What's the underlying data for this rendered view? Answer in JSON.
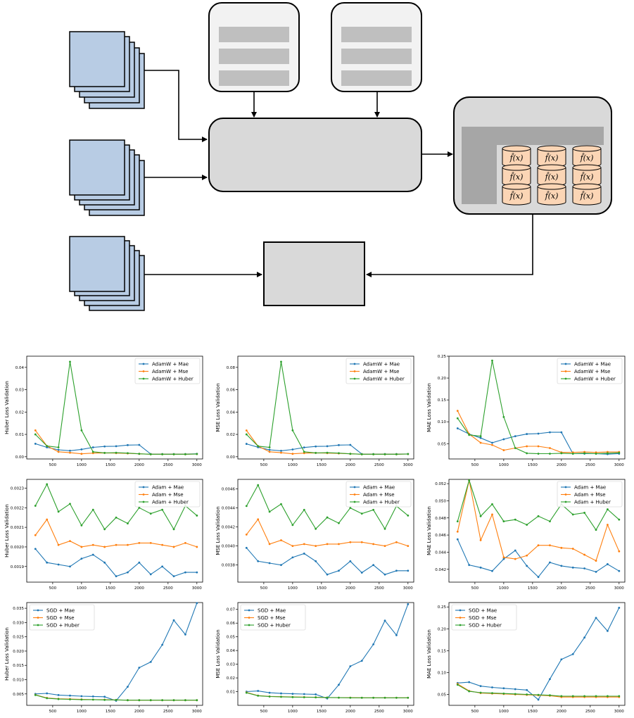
{
  "colors": {
    "block_blue": "#b8cce4",
    "panel_gray": "#d9d9d9",
    "bar_gray": "#bfbfbf",
    "dark_gray": "#a6a6a6",
    "cylinder_fill": "#fbd5b5",
    "series_blue": "#1f77b4",
    "series_orange": "#ff7f0e",
    "series_green": "#2ca02c"
  },
  "diagram": {
    "model_cell_label": "f̂(x)"
  },
  "chart_data": [
    {
      "type": "line",
      "ylabel": "Huber Loss Validation",
      "x": [
        200,
        400,
        600,
        800,
        1000,
        1200,
        1400,
        1600,
        1800,
        2000,
        2200,
        2400,
        2600,
        2800,
        3000
      ],
      "xticks": [
        500,
        1000,
        1500,
        2000,
        2500,
        3000
      ],
      "xlim": [
        50,
        3100
      ],
      "ylim": [
        -0.001,
        0.045
      ],
      "yticks": [
        0.0,
        0.01,
        0.02,
        0.03,
        0.04
      ],
      "ytick_labels": [
        "0.00",
        "0.01",
        "0.02",
        "0.03",
        "0.04"
      ],
      "legend_position": "upper-right",
      "series": [
        {
          "name": "AdamW + Mae",
          "color": "#1f77b4",
          "values": [
            0.0058,
            0.0042,
            0.0031,
            0.0027,
            0.0033,
            0.0042,
            0.0046,
            0.0047,
            0.0052,
            0.0053,
            0.0012,
            0.0012,
            0.0012,
            0.0012,
            0.0013
          ]
        },
        {
          "name": "AdamW + Mse",
          "color": "#ff7f0e",
          "values": [
            0.0118,
            0.0048,
            0.0022,
            0.0018,
            0.0013,
            0.0016,
            0.0017,
            0.0016,
            0.0015,
            0.0013,
            0.0011,
            0.0011,
            0.0011,
            0.0011,
            0.0012
          ]
        },
        {
          "name": "AdamW + Huber",
          "color": "#2ca02c",
          "values": [
            0.01,
            0.0048,
            0.0042,
            0.0425,
            0.0118,
            0.0022,
            0.0017,
            0.0018,
            0.0016,
            0.0013,
            0.0011,
            0.0011,
            0.0011,
            0.0011,
            0.0012
          ]
        }
      ]
    },
    {
      "type": "line",
      "ylabel": "MSE Loss Validation",
      "x": [
        200,
        400,
        600,
        800,
        1000,
        1200,
        1400,
        1600,
        1800,
        2000,
        2200,
        2400,
        2600,
        2800,
        3000
      ],
      "xticks": [
        500,
        1000,
        1500,
        2000,
        2500,
        3000
      ],
      "xlim": [
        50,
        3100
      ],
      "ylim": [
        -0.002,
        0.09
      ],
      "yticks": [
        0.0,
        0.02,
        0.04,
        0.06,
        0.08
      ],
      "ytick_labels": [
        "0.00",
        "0.02",
        "0.04",
        "0.06",
        "0.08"
      ],
      "legend_position": "upper-right",
      "series": [
        {
          "name": "AdamW + Mae",
          "color": "#1f77b4",
          "values": [
            0.0115,
            0.0085,
            0.0062,
            0.0053,
            0.0065,
            0.0083,
            0.0092,
            0.0094,
            0.0104,
            0.0106,
            0.0024,
            0.0024,
            0.0024,
            0.0024,
            0.0025
          ]
        },
        {
          "name": "AdamW + Mse",
          "color": "#ff7f0e",
          "values": [
            0.0235,
            0.0095,
            0.0044,
            0.0036,
            0.0026,
            0.0032,
            0.0034,
            0.0032,
            0.003,
            0.0026,
            0.0022,
            0.0022,
            0.0022,
            0.0022,
            0.0024
          ]
        },
        {
          "name": "AdamW + Huber",
          "color": "#2ca02c",
          "values": [
            0.02,
            0.0095,
            0.0084,
            0.085,
            0.0236,
            0.0044,
            0.0034,
            0.0036,
            0.0032,
            0.0026,
            0.0022,
            0.0022,
            0.0022,
            0.0022,
            0.0024
          ]
        }
      ]
    },
    {
      "type": "line",
      "ylabel": "MAE Loss Validation",
      "x": [
        200,
        400,
        600,
        800,
        1000,
        1200,
        1400,
        1600,
        1800,
        2000,
        2200,
        2400,
        2600,
        2800,
        3000
      ],
      "xticks": [
        500,
        1000,
        1500,
        2000,
        2500,
        3000
      ],
      "xlim": [
        50,
        3100
      ],
      "ylim": [
        0.015,
        0.25
      ],
      "yticks": [
        0.05,
        0.1,
        0.15,
        0.2,
        0.25
      ],
      "ytick_labels": [
        "0.05",
        "0.10",
        "0.15",
        "0.20",
        "0.25"
      ],
      "legend_position": "upper-right",
      "series": [
        {
          "name": "AdamW + Mae",
          "color": "#1f77b4",
          "values": [
            0.085,
            0.072,
            0.063,
            0.052,
            0.06,
            0.067,
            0.072,
            0.073,
            0.076,
            0.076,
            0.027,
            0.027,
            0.027,
            0.026,
            0.027
          ]
        },
        {
          "name": "AdamW + Mse",
          "color": "#ff7f0e",
          "values": [
            0.125,
            0.072,
            0.052,
            0.047,
            0.035,
            0.04,
            0.044,
            0.044,
            0.04,
            0.03,
            0.03,
            0.031,
            0.03,
            0.031,
            0.031
          ]
        },
        {
          "name": "AdamW + Huber",
          "color": "#2ca02c",
          "values": [
            0.108,
            0.07,
            0.067,
            0.24,
            0.111,
            0.04,
            0.028,
            0.027,
            0.027,
            0.028,
            0.027,
            0.028,
            0.027,
            0.028,
            0.029
          ]
        }
      ]
    },
    {
      "type": "line",
      "ylabel": "Huber Loss Validation",
      "x": [
        200,
        400,
        600,
        800,
        1000,
        1200,
        1400,
        1600,
        1800,
        2000,
        2200,
        2400,
        2600,
        2800,
        3000
      ],
      "xticks": [
        500,
        1000,
        1500,
        2000,
        2500,
        3000
      ],
      "xlim": [
        50,
        3100
      ],
      "ylim": [
        0.00182,
        0.002345
      ],
      "yticks": [
        0.0019,
        0.002,
        0.0021,
        0.0022,
        0.0023
      ],
      "ytick_labels": [
        "0.0019",
        "0.0020",
        "0.0021",
        "0.0022",
        "0.0023"
      ],
      "legend_position": "upper-right",
      "series": [
        {
          "name": "Adam + Mae",
          "color": "#1f77b4",
          "values": [
            0.00199,
            0.00192,
            0.00191,
            0.0019,
            0.00194,
            0.00196,
            0.00192,
            0.00185,
            0.00187,
            0.00192,
            0.00186,
            0.0019,
            0.00185,
            0.00187,
            0.00187
          ]
        },
        {
          "name": "Adam + Mse",
          "color": "#ff7f0e",
          "values": [
            0.00206,
            0.00214,
            0.00201,
            0.00203,
            0.002,
            0.00201,
            0.002,
            0.00201,
            0.00201,
            0.00202,
            0.00202,
            0.00201,
            0.002,
            0.00202,
            0.002
          ]
        },
        {
          "name": "Adam + Huber",
          "color": "#2ca02c",
          "values": [
            0.00221,
            0.00232,
            0.00218,
            0.00222,
            0.00211,
            0.00219,
            0.00209,
            0.00215,
            0.00212,
            0.0022,
            0.00217,
            0.00219,
            0.00209,
            0.00221,
            0.00216
          ]
        }
      ]
    },
    {
      "type": "line",
      "ylabel": "MSE Loss Validation",
      "x": [
        200,
        400,
        600,
        800,
        1000,
        1200,
        1400,
        1600,
        1800,
        2000,
        2200,
        2400,
        2600,
        2800,
        3000
      ],
      "xticks": [
        500,
        1000,
        1500,
        2000,
        2500,
        3000
      ],
      "xlim": [
        50,
        3100
      ],
      "ylim": [
        0.00362,
        0.0047
      ],
      "yticks": [
        0.0038,
        0.004,
        0.0042,
        0.0044,
        0.0046
      ],
      "ytick_labels": [
        "0.0038",
        "0.0040",
        "0.0042",
        "0.0044",
        "0.0046"
      ],
      "legend_position": "upper-right",
      "series": [
        {
          "name": "Adam + Mae",
          "color": "#1f77b4",
          "values": [
            0.00398,
            0.00384,
            0.00382,
            0.0038,
            0.00388,
            0.00392,
            0.00384,
            0.0037,
            0.00374,
            0.00384,
            0.00372,
            0.0038,
            0.0037,
            0.00374,
            0.00374
          ]
        },
        {
          "name": "Adam + Mse",
          "color": "#ff7f0e",
          "values": [
            0.00412,
            0.00428,
            0.00402,
            0.00406,
            0.004,
            0.00402,
            0.004,
            0.00402,
            0.00402,
            0.00404,
            0.00404,
            0.00402,
            0.004,
            0.00404,
            0.004
          ]
        },
        {
          "name": "Adam + Huber",
          "color": "#2ca02c",
          "values": [
            0.00442,
            0.00464,
            0.00436,
            0.00444,
            0.00422,
            0.00438,
            0.00418,
            0.0043,
            0.00424,
            0.0044,
            0.00434,
            0.00438,
            0.00418,
            0.00442,
            0.00432
          ]
        }
      ]
    },
    {
      "type": "line",
      "ylabel": "MAE Loss Validation",
      "x": [
        200,
        400,
        600,
        800,
        1000,
        1200,
        1400,
        1600,
        1800,
        2000,
        2200,
        2400,
        2600,
        2800,
        3000
      ],
      "xticks": [
        500,
        1000,
        1500,
        2000,
        2500,
        3000
      ],
      "xlim": [
        50,
        3100
      ],
      "ylim": [
        0.0405,
        0.0525
      ],
      "yticks": [
        0.042,
        0.044,
        0.046,
        0.048,
        0.05,
        0.052
      ],
      "ytick_labels": [
        "0.042",
        "0.044",
        "0.046",
        "0.048",
        "0.050",
        "0.052"
      ],
      "legend_position": "upper-right",
      "series": [
        {
          "name": "Adam + Mae",
          "color": "#1f77b4",
          "values": [
            0.0455,
            0.0425,
            0.0422,
            0.0418,
            0.0432,
            0.0442,
            0.0424,
            0.0411,
            0.0428,
            0.0424,
            0.0422,
            0.0421,
            0.0417,
            0.0426,
            0.0418
          ]
        },
        {
          "name": "Adam + Mse",
          "color": "#ff7f0e",
          "values": [
            0.0464,
            0.0524,
            0.0454,
            0.0484,
            0.0434,
            0.0432,
            0.0436,
            0.0448,
            0.0448,
            0.0445,
            0.0444,
            0.0437,
            0.043,
            0.0472,
            0.0441
          ]
        },
        {
          "name": "Adam + Huber",
          "color": "#2ca02c",
          "values": [
            0.0476,
            0.0524,
            0.0482,
            0.0496,
            0.0476,
            0.0478,
            0.0472,
            0.0482,
            0.0476,
            0.0496,
            0.0484,
            0.0486,
            0.0466,
            0.049,
            0.0478
          ]
        }
      ]
    },
    {
      "type": "line",
      "ylabel": "Huber Loss Validation",
      "x": [
        200,
        400,
        600,
        800,
        1000,
        1200,
        1400,
        1600,
        1800,
        2000,
        2200,
        2400,
        2600,
        2800,
        3000
      ],
      "xticks": [
        500,
        1000,
        1500,
        2000,
        2500,
        3000
      ],
      "xlim": [
        50,
        3100
      ],
      "ylim": [
        0.001,
        0.037
      ],
      "yticks": [
        0.005,
        0.01,
        0.015,
        0.02,
        0.025,
        0.03,
        0.035
      ],
      "ytick_labels": [
        "0.005",
        "0.010",
        "0.015",
        "0.020",
        "0.025",
        "0.030",
        "0.035"
      ],
      "legend_position": "upper-left",
      "series": [
        {
          "name": "SGD + Mae",
          "color": "#1f77b4",
          "values": [
            0.005,
            0.0052,
            0.0046,
            0.0044,
            0.0042,
            0.0041,
            0.004,
            0.0026,
            0.0075,
            0.0142,
            0.0162,
            0.0222,
            0.0308,
            0.0258,
            0.0368
          ]
        },
        {
          "name": "SGD + Mse",
          "color": "#ff7f0e",
          "values": [
            0.0047,
            0.0036,
            0.0033,
            0.0032,
            0.0031,
            0.003,
            0.003,
            0.0029,
            0.0028,
            0.0028,
            0.0028,
            0.0028,
            0.0028,
            0.0028,
            0.0028
          ]
        },
        {
          "name": "SGD + Huber",
          "color": "#2ca02c",
          "values": [
            0.0046,
            0.0035,
            0.0032,
            0.0031,
            0.003,
            0.003,
            0.0029,
            0.0029,
            0.0028,
            0.0028,
            0.0028,
            0.0028,
            0.0028,
            0.0028,
            0.0028
          ]
        }
      ]
    },
    {
      "type": "line",
      "ylabel": "MSE Loss Validation",
      "x": [
        200,
        400,
        600,
        800,
        1000,
        1200,
        1400,
        1600,
        1800,
        2000,
        2200,
        2400,
        2600,
        2800,
        3000
      ],
      "xticks": [
        500,
        1000,
        1500,
        2000,
        2500,
        3000
      ],
      "xlim": [
        50,
        3100
      ],
      "ylim": [
        0.0,
        0.075
      ],
      "yticks": [
        0.01,
        0.02,
        0.03,
        0.04,
        0.05,
        0.06,
        0.07
      ],
      "ytick_labels": [
        "0.01",
        "0.02",
        "0.03",
        "0.04",
        "0.05",
        "0.06",
        "0.07"
      ],
      "legend_position": "upper-left",
      "series": [
        {
          "name": "SGD + Mae",
          "color": "#1f77b4",
          "values": [
            0.01,
            0.0105,
            0.0092,
            0.0087,
            0.0084,
            0.0082,
            0.008,
            0.005,
            0.015,
            0.0285,
            0.0325,
            0.0445,
            0.0618,
            0.0512,
            0.0738
          ]
        },
        {
          "name": "SGD + Mse",
          "color": "#ff7f0e",
          "values": [
            0.0094,
            0.0071,
            0.0065,
            0.0063,
            0.0061,
            0.006,
            0.0059,
            0.0057,
            0.0056,
            0.0056,
            0.0055,
            0.0055,
            0.0055,
            0.0055,
            0.0055
          ]
        },
        {
          "name": "SGD + Huber",
          "color": "#2ca02c",
          "values": [
            0.0092,
            0.007,
            0.0064,
            0.0062,
            0.006,
            0.0059,
            0.0058,
            0.0057,
            0.0056,
            0.0055,
            0.0055,
            0.0055,
            0.0055,
            0.0055,
            0.0055
          ]
        }
      ]
    },
    {
      "type": "line",
      "ylabel": "MAE Loss Validation",
      "x": [
        200,
        400,
        600,
        800,
        1000,
        1200,
        1400,
        1600,
        1800,
        2000,
        2200,
        2400,
        2600,
        2800,
        3000
      ],
      "xticks": [
        500,
        1000,
        1500,
        2000,
        2500,
        3000
      ],
      "xlim": [
        50,
        3100
      ],
      "ylim": [
        0.025,
        0.26
      ],
      "yticks": [
        0.05,
        0.1,
        0.15,
        0.2,
        0.25
      ],
      "ytick_labels": [
        "0.05",
        "0.10",
        "0.15",
        "0.20",
        "0.25"
      ],
      "legend_position": "upper-left",
      "series": [
        {
          "name": "SGD + Mae",
          "color": "#1f77b4",
          "values": [
            0.076,
            0.078,
            0.069,
            0.066,
            0.064,
            0.062,
            0.06,
            0.038,
            0.085,
            0.13,
            0.142,
            0.18,
            0.225,
            0.195,
            0.248
          ]
        },
        {
          "name": "SGD + Mse",
          "color": "#ff7f0e",
          "values": [
            0.074,
            0.058,
            0.053,
            0.052,
            0.051,
            0.05,
            0.049,
            0.048,
            0.047,
            0.044,
            0.044,
            0.044,
            0.044,
            0.044,
            0.044
          ]
        },
        {
          "name": "SGD + Huber",
          "color": "#2ca02c",
          "values": [
            0.072,
            0.057,
            0.054,
            0.053,
            0.052,
            0.051,
            0.05,
            0.049,
            0.048,
            0.046,
            0.046,
            0.046,
            0.046,
            0.046,
            0.046
          ]
        }
      ]
    }
  ]
}
